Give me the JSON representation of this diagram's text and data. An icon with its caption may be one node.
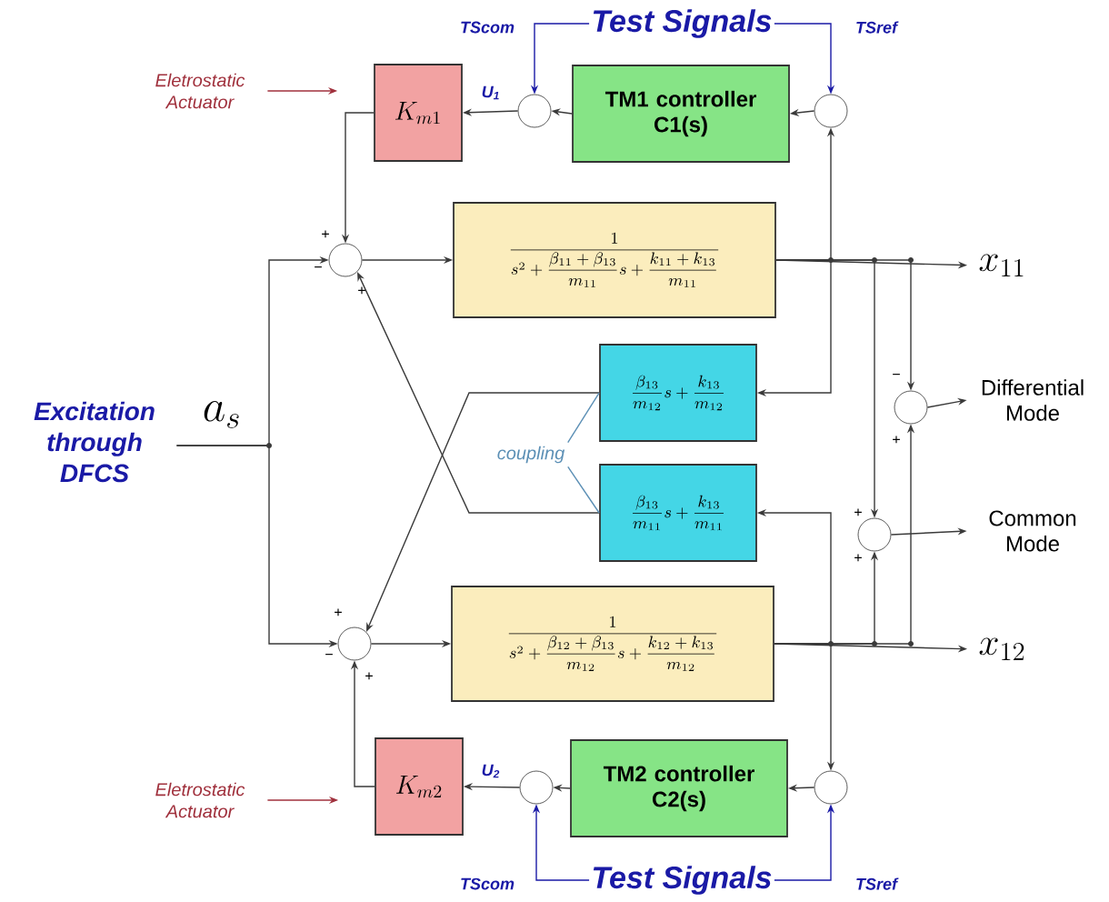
{
  "diagram": {
    "nodes": [
      {
        "text": [
          "Test Signals"
        ]
      },
      {
        "text": [
          "Eletrostatic Actuator"
        ]
      },
      {
        "text": [
          "K_{m1}"
        ]
      },
      {
        "text": [],
        "shape": "circle"
      },
      {
        "text": [
          "TM1 controller C1(s)"
        ]
      },
      {
        "text": [],
        "shape": "circle"
      },
      {
        "text": [],
        "shape": "circle"
      },
      {
        "text": [
          "\\dfrac{1}{s^{2}+\\dfrac{\\beta_{11}+\\beta_{13}}{m_{11}}s+\\dfrac{k_{11}+k_{13}}{m_{11}}}"
        ]
      },
      {
        "text": [
          "x_{11}"
        ]
      },
      {
        "text": [
          "Excitation through DFCS"
        ]
      },
      {
        "text": [
          "\\dfrac{\\beta_{13}}{m_{12}}s+\\dfrac{k_{13}}{m_{12}}"
        ]
      },
      {
        "text": [],
        "shape": "circle"
      },
      {
        "text": [
          "Differential Mode"
        ]
      },
      {
        "text": [
          "coupling"
        ]
      },
      {
        "text": [
          "\\dfrac{\\beta_{13}}{m_{11}}s+\\dfrac{k_{13}}{m_{11}}"
        ]
      },
      {
        "text": [],
        "shape": "circle"
      },
      {
        "text": [
          "Common Mode"
        ]
      },
      {
        "text": [],
        "shape": "circle"
      },
      {
        "text": [
          "\\dfrac{1}{s^{2}+\\dfrac{\\beta_{12}+\\beta_{13}}{m_{12}}s+\\dfrac{k_{12}+k_{13}}{m_{12}}}"
        ]
      },
      {
        "text": [
          "x_{12}"
        ]
      },
      {
        "text": [
          "Eletrostatic Actuator"
        ]
      },
      {
        "text": [
          "K_{m2}"
        ]
      },
      {
        "text": [],
        "shape": "circle"
      },
      {
        "text": [
          "TM2 controller C2(s)"
        ]
      },
      {
        "text": [],
        "shape": "circle"
      },
      {
        "text": [
          "Test Signals"
        ]
      }
    ],
    "edges": [
      {
        "from": 1,
        "to": 2,
        "arrow": "to",
        "color": "#a0303c"
      },
      {
        "from": 0,
        "to": 3,
        "arrow": "to",
        "color": "#1a1aa6"
      },
      {
        "from": 0,
        "to": 5,
        "arrow": "to",
        "color": "#1a1aa6"
      },
      {
        "from": 5,
        "to": 4,
        "arrow": "to"
      },
      {
        "from": 4,
        "to": 3,
        "arrow": "to"
      },
      {
        "from": 3,
        "to": 2,
        "arrow": "to"
      },
      {
        "from": 2,
        "to": 6,
        "arrow": "to"
      },
      {
        "from": 6,
        "to": 7,
        "arrow": "to"
      },
      {
        "from": 7,
        "to": 8,
        "arrow": "to"
      },
      {
        "from": 7,
        "to": 5,
        "arrow": "to"
      },
      {
        "from": 7,
        "to": 10,
        "arrow": "to"
      },
      {
        "from": 7,
        "to": 15,
        "arrow": "to"
      },
      {
        "from": 7,
        "to": 11,
        "arrow": "to"
      },
      {
        "from": 9,
        "to": 6,
        "arrow": "to",
        "label": "a_{s}"
      },
      {
        "from": 9,
        "to": 17,
        "arrow": "to"
      },
      {
        "from": 10,
        "to": 17,
        "arrow": "to"
      },
      {
        "from": 14,
        "to": 6,
        "arrow": "to"
      },
      {
        "from": 13,
        "to": 10,
        "arrow": "none",
        "color": "#5b8fb5"
      },
      {
        "from": 13,
        "to": 14,
        "arrow": "none",
        "color": "#5b8fb5"
      },
      {
        "from": 11,
        "to": 12,
        "arrow": "to"
      },
      {
        "from": 15,
        "to": 16,
        "arrow": "to"
      },
      {
        "from": 17,
        "to": 18,
        "arrow": "to"
      },
      {
        "from": 18,
        "to": 19,
        "arrow": "to"
      },
      {
        "from": 18,
        "to": 14,
        "arrow": "to"
      },
      {
        "from": 18,
        "to": 24,
        "arrow": "to"
      },
      {
        "from": 18,
        "to": 15,
        "arrow": "to"
      },
      {
        "from": 18,
        "to": 11,
        "arrow": "to"
      },
      {
        "from": 21,
        "to": 17,
        "arrow": "to"
      },
      {
        "from": 24,
        "to": 23,
        "arrow": "to"
      },
      {
        "from": 23,
        "to": 22,
        "arrow": "to"
      },
      {
        "from": 22,
        "to": 21,
        "arrow": "to"
      },
      {
        "from": 25,
        "to": 22,
        "arrow": "to",
        "color": "#1a1aa6"
      },
      {
        "from": 25,
        "to": 24,
        "arrow": "to",
        "color": "#1a1aa6"
      },
      {
        "from": 20,
        "to": 21,
        "arrow": "to",
        "color": "#a0303c"
      }
    ],
    "labels": [
      "TScom",
      "TSref",
      "U$_{1}$",
      "+",
      "−",
      "+",
      "−",
      "+",
      "+",
      "+",
      "+",
      "−",
      "+",
      "U$_{2}$",
      "TScom",
      "TSref"
    ]
  }
}
